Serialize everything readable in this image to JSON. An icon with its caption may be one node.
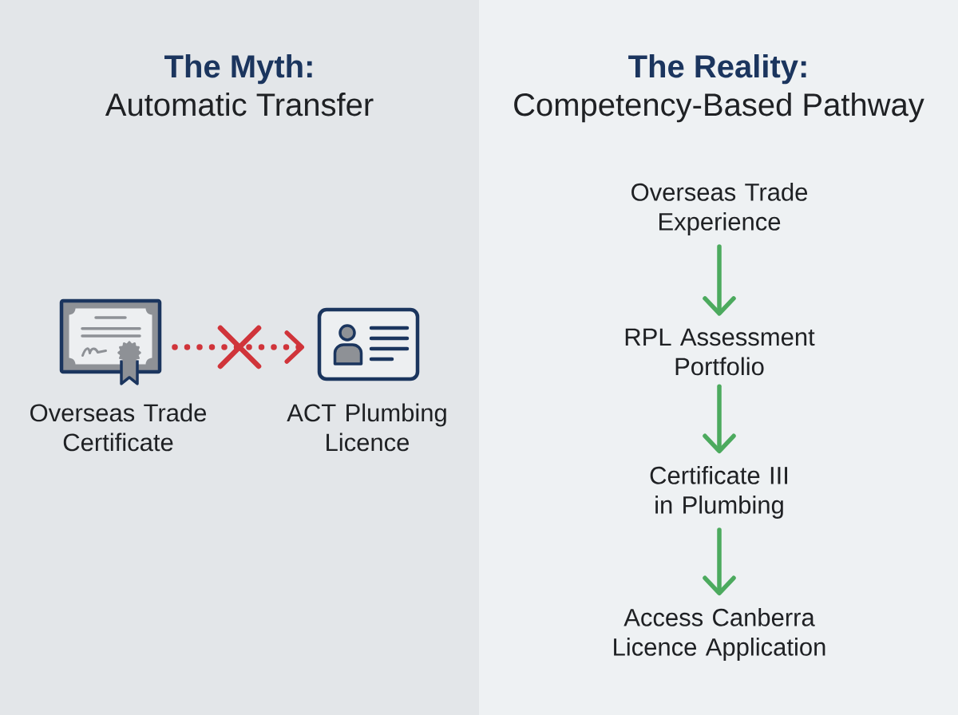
{
  "diagram": {
    "nodes": [
      {
        "text": [
          "The Myth:",
          "Automatic Transfer"
        ]
      },
      {
        "text": [
          "The Reality:",
          "Competency-Based Pathway"
        ]
      },
      {
        "text": [],
        "shape": "picture",
        "beside": [
          "Overseas Trade Certificate"
        ],
        "in": 0
      },
      {
        "text": [],
        "shape": "picture",
        "beside": [
          "ACT Plumbing Licence"
        ],
        "in": 0
      },
      {
        "text": [
          "Overseas Trade Experience"
        ],
        "in": 1
      },
      {
        "text": [
          "RPL Assessment Portfolio"
        ],
        "in": 1
      },
      {
        "text": [
          "Certificate III in Plumbing"
        ],
        "in": 1
      },
      {
        "text": [
          "Access Canberra Licence Application"
        ],
        "in": 1
      }
    ],
    "edges": [
      {
        "from": 2,
        "to": 3,
        "arrow": "to",
        "style": "dashed",
        "color": "#d0343a"
      },
      {
        "from": 4,
        "to": 5,
        "arrow": "to"
      },
      {
        "from": 5,
        "to": 6,
        "arrow": "to"
      },
      {
        "from": 6,
        "to": 7,
        "arrow": "to"
      }
    ]
  }
}
